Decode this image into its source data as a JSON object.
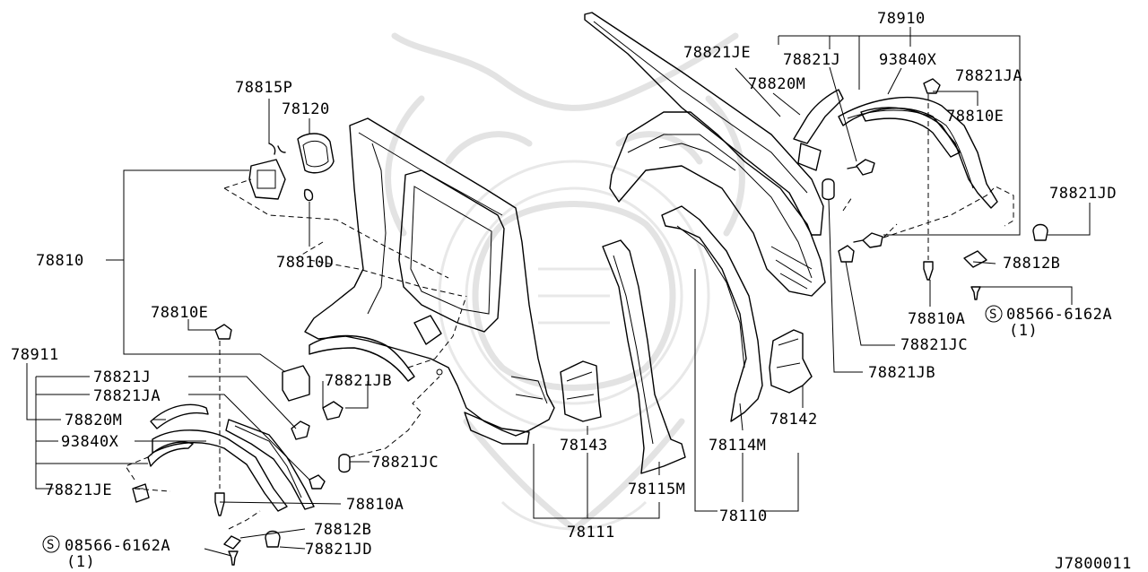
{
  "diagram_code": "J7800011",
  "callouts": {
    "p78910": "78910",
    "p78821je_r": "78821JE",
    "p78821j_r": "78821J",
    "p93840x_r": "93840X",
    "p78821ja_r": "78821JA",
    "p78820m_r": "78820M",
    "p78810e_r": "78810E",
    "p78821jd_r": "78821JD",
    "p78812b_r": "78812B",
    "p08566_r": "08566-6162A",
    "qty_r": "(1)",
    "p78810a_r": "78810A",
    "p78821jc_r": "78821JC",
    "p78821jb_r": "78821JB",
    "p78142": "78142",
    "p78114m": "78114M",
    "p78110": "78110",
    "p78143": "78143",
    "p78115m": "78115M",
    "p78111": "78111",
    "p78815p": "78815P",
    "p78120": "78120",
    "p78810d": "78810D",
    "p78810": "78810",
    "p78810e_l": "78810E",
    "p78911": "78911",
    "p78821j_l": "78821J",
    "p78821ja_l": "78821JA",
    "p78820m_l": "78820M",
    "p93840x_l": "93840X",
    "p78821je_l": "78821JE",
    "p78821jb_l": "78821JB",
    "p78821jc_l": "78821JC",
    "p78810a_l": "78810A",
    "p78812b_l": "78812B",
    "p78821jd_l": "78821JD",
    "p08566_l": "08566-6162A",
    "qty_l": "(1)",
    "s_symbol": "S"
  }
}
